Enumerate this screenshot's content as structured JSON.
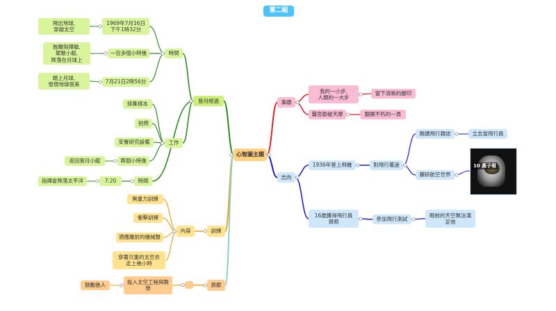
{
  "title": "第二組",
  "root": "心智圖主題",
  "colors": {
    "green": "#2e8b20",
    "red": "#e02424",
    "blue": "#1a1ad6",
    "orange": "#f0a020",
    "teal": "#8ccfc8",
    "yellow": "#e0b000"
  },
  "moon": {
    "label": "登月經過",
    "time": {
      "label": "時間",
      "items": [
        {
          "label": "1969年7月16日\n下午1時32分",
          "detail": "飛出地球,\n穿越太空"
        },
        {
          "label": "一百多個小時後",
          "detail": "脫離指揮艙,\n駕駛小艇,\n降落在月球上"
        },
        {
          "label": "7月21日2時56分",
          "detail": "踏上月球,\n發現地球很美"
        }
      ]
    },
    "work": {
      "label": "工作",
      "items": [
        "採集樣本",
        "拍照",
        "安置研究設備"
      ],
      "sub": {
        "label": "兩個小時後",
        "detail": "返回登月小艇"
      }
    },
    "time2": {
      "label": "時間",
      "value": "7:20",
      "detail": "指揮倉降落太平洋"
    }
  },
  "training": {
    "label": "訓練",
    "content": {
      "label": "內容",
      "items": [
        "無重力訓練",
        "衝擊訓練",
        "適應離射的機械聲",
        "穿著沉重的太空衣\n走上幾小時"
      ]
    }
  },
  "contribution": {
    "label": "貢獻",
    "item": "投入太空工程與教\n學",
    "detail": "鼓勵後人"
  },
  "deeds": {
    "label": "事蹟",
    "items": [
      {
        "label": "我的一小步,\n人類的一大步",
        "detail": "留下清晰的腳印"
      },
      {
        "label": "醫官勸破天摩",
        "detail": "翻開不朽的一頁"
      }
    ]
  },
  "ambition": {
    "label": "志向",
    "items": [
      {
        "label": "1936年登上飛機",
        "sub": "對飛行著迷",
        "children": [
          {
            "label": "閱讀飛行雜誌",
            "detail": "立志當飛行員"
          },
          {
            "label": "鑽研航空世界",
            "photo": "10 黃子宥"
          }
        ]
      },
      {
        "label": "16歲獲得飛行員\n資照",
        "sub": "參加飛行測試",
        "detail": "眼前的天空無法滿\n足他"
      }
    ]
  }
}
